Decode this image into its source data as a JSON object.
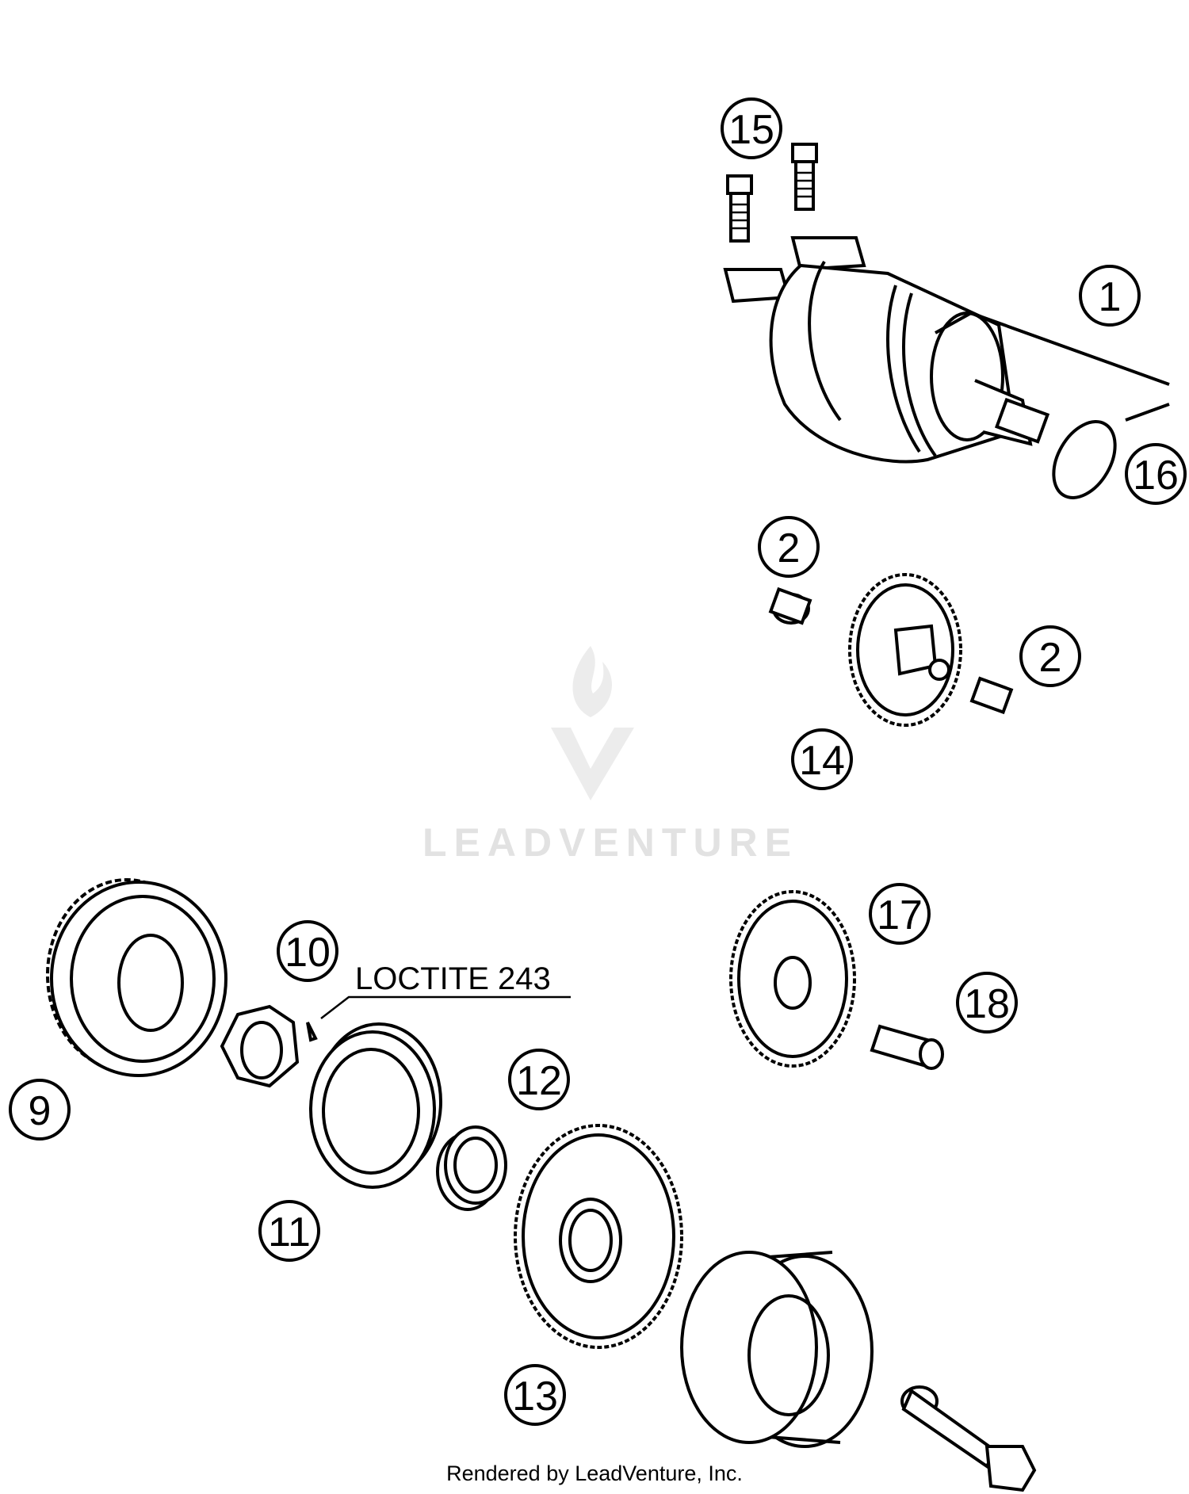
{
  "callouts": {
    "c1": "1",
    "c2a": "2",
    "c2b": "2",
    "c9": "9",
    "c10": "10",
    "c11": "11",
    "c12": "12",
    "c13": "13",
    "c14": "14",
    "c15": "15",
    "c16": "16",
    "c17": "17",
    "c18": "18"
  },
  "note": {
    "loctite": "LOCTITE 243"
  },
  "watermark": {
    "text": "LEADVENTURE"
  },
  "footer": {
    "credit": "Rendered by LeadVenture, Inc."
  }
}
